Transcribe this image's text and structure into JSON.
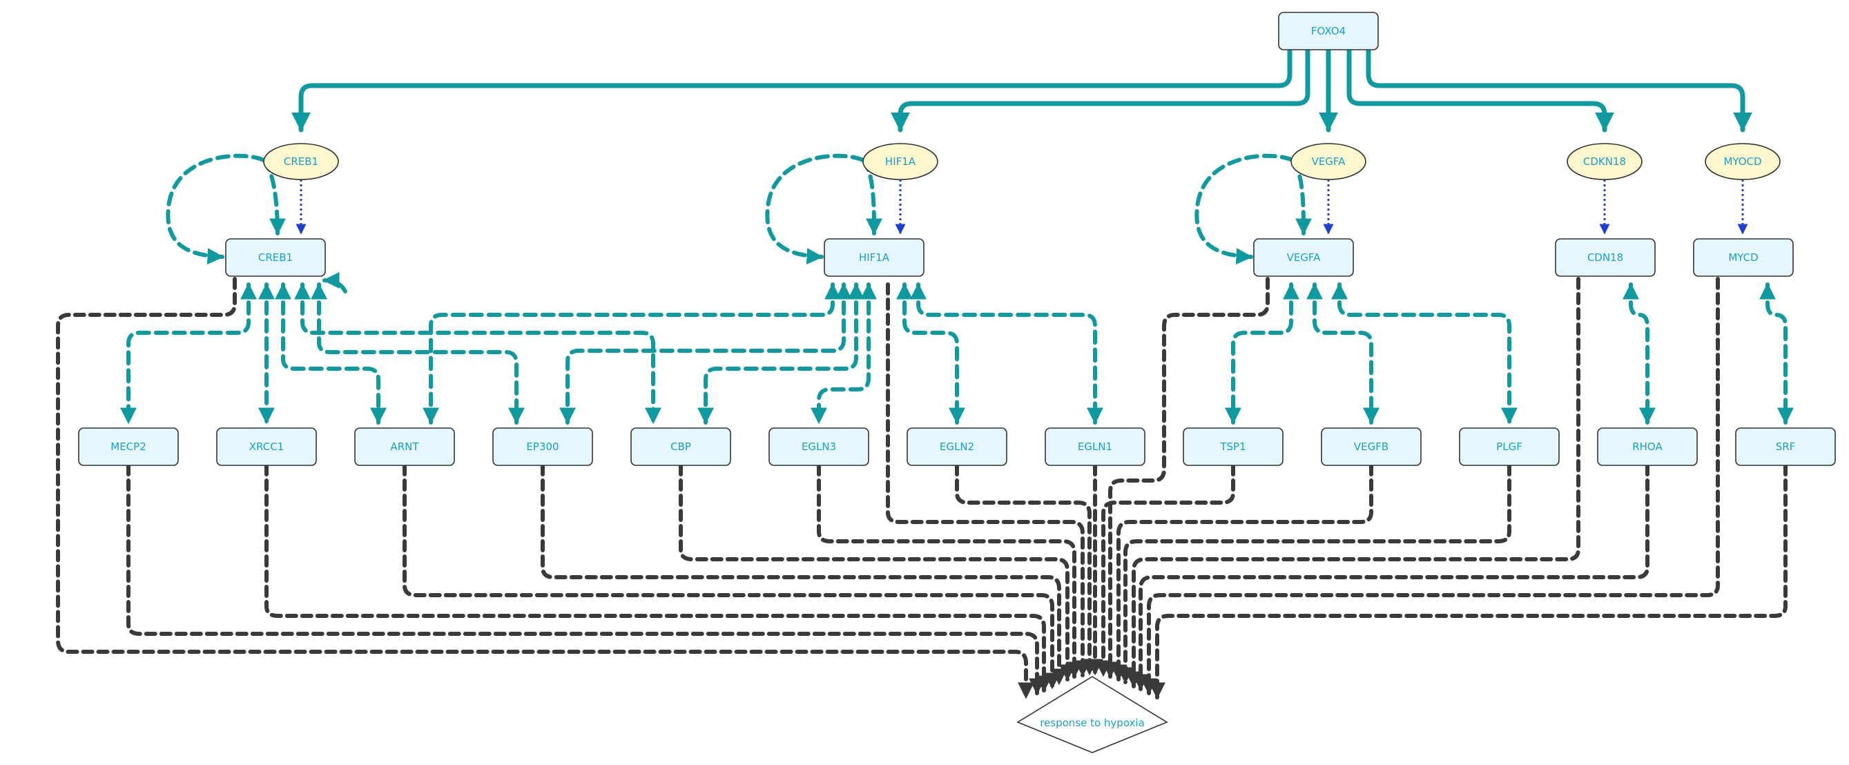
{
  "diagram": {
    "top": "FOXO4",
    "outcome": "response to hypoxia",
    "regulators": [
      "CREB1",
      "HIF1A",
      "VEGFA",
      "CDKN18",
      "MYOCD"
    ],
    "hubs": [
      "CREB1",
      "HIF1A",
      "VEGFA",
      "CDN18",
      "MYCD"
    ],
    "targets": [
      "MECP2",
      "XRCC1",
      "ARNT",
      "EP300",
      "CBP",
      "EGLN3",
      "EGLN2",
      "EGLN1",
      "TSP1",
      "VEGFB",
      "PLGF",
      "RHOA",
      "SRF"
    ],
    "colors": {
      "activation": "#0f9aa0",
      "expression": "#1f3fcf",
      "outcome_link": "#3a3a3a",
      "box_fill": "#e6f6fd",
      "ellipse_fill": "#fdf7cd",
      "label": "#17a2c9"
    }
  }
}
